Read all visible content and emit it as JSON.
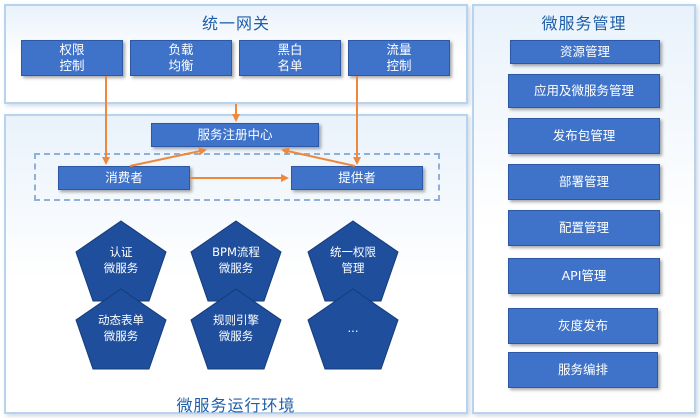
{
  "gateway": {
    "title": "统一网关",
    "items": [
      "权限\n控制",
      "负载\n均衡",
      "黑白\n名单",
      "流量\n控制"
    ]
  },
  "runtime": {
    "title": "微服务运行环境",
    "registry": "服务注册中心",
    "consumer": "消费者",
    "provider": "提供者",
    "services": [
      "认证\n微服务",
      "BPM流程\n微服务",
      "统一权限\n管理",
      "动态表单\n微服务",
      "规则引擎\n微服务",
      "..."
    ]
  },
  "management": {
    "title": "微服务管理",
    "items": [
      "资源管理",
      "应用及微服务管理",
      "发布包管理",
      "部署管理",
      "配置管理",
      "API管理",
      "灰度发布",
      "服务编排"
    ]
  },
  "colors": {
    "box": "#3f73c9",
    "arrow": "#f0883a",
    "title": "#1f5fa8",
    "panel_border": "#b7d3ee",
    "pentagon": "#1e4e9c"
  }
}
